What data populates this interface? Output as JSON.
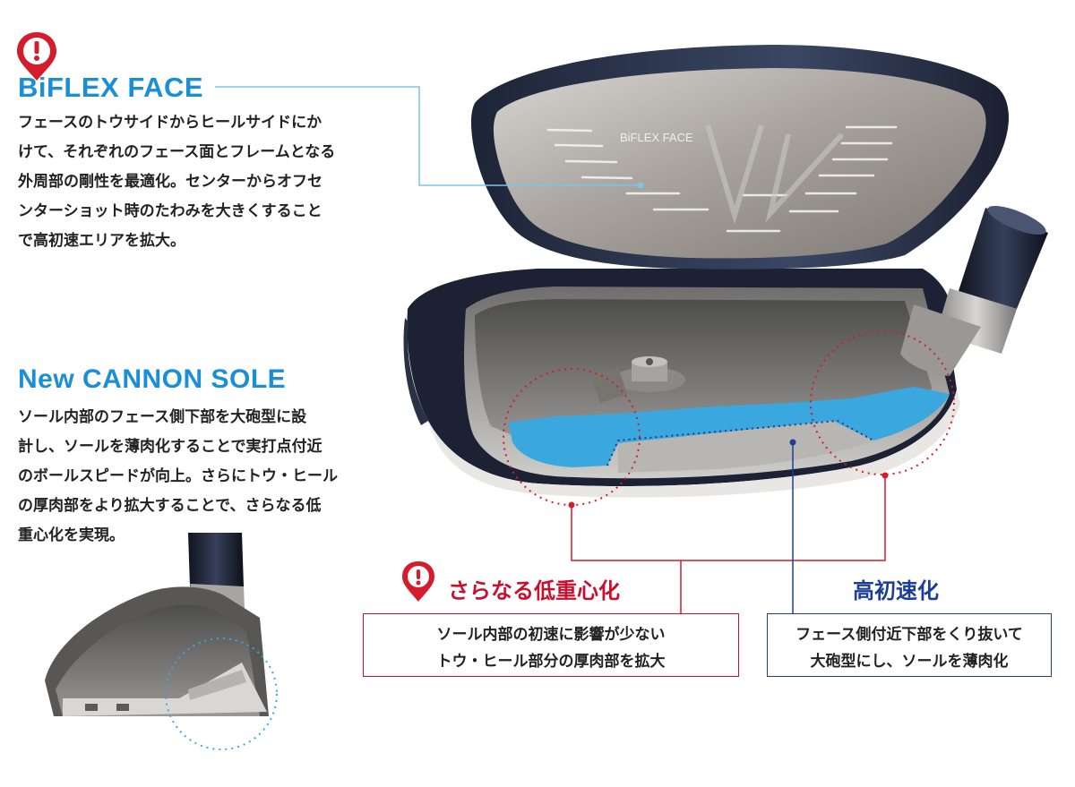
{
  "biflex": {
    "title": "BiFLEX FACE",
    "body": "フェースのトウサイドからヒールサイドにか\nけて、それぞれのフェース面とフレームとなる\n外周部の剛性を最適化。センターからオフセ\nンターショット時のたわみを大きくすること\nで高初速エリアを拡大。",
    "face_engraving": "BiFLEX FACE"
  },
  "cannon": {
    "title": "New CANNON SOLE",
    "body": "ソール内部のフェース側下部を大砲型に設\n計し、ソールを薄肉化することで実打点付近\nのボールスピードが向上。さらにトウ・ヒール\nの厚肉部をより拡大することで、さらなる低\n重心化を実現。"
  },
  "low_cg": {
    "title": "さらなる低重心化",
    "body": "ソール内部の初速に影響が少ない\nトウ・ヒール部分の厚肉部を拡大"
  },
  "speed": {
    "title": "高初速化",
    "body": "フェース側付近下部をくり抜いて\n大砲型にし、ソールを薄肉化"
  },
  "colors": {
    "accent_blue": "#1b8fd6",
    "red": "#c8102e",
    "navy": "#1c3f94",
    "light_blue_line": "#7cc3e8"
  },
  "icons": [
    "alert-pin-icon",
    "alert-pin-icon"
  ]
}
